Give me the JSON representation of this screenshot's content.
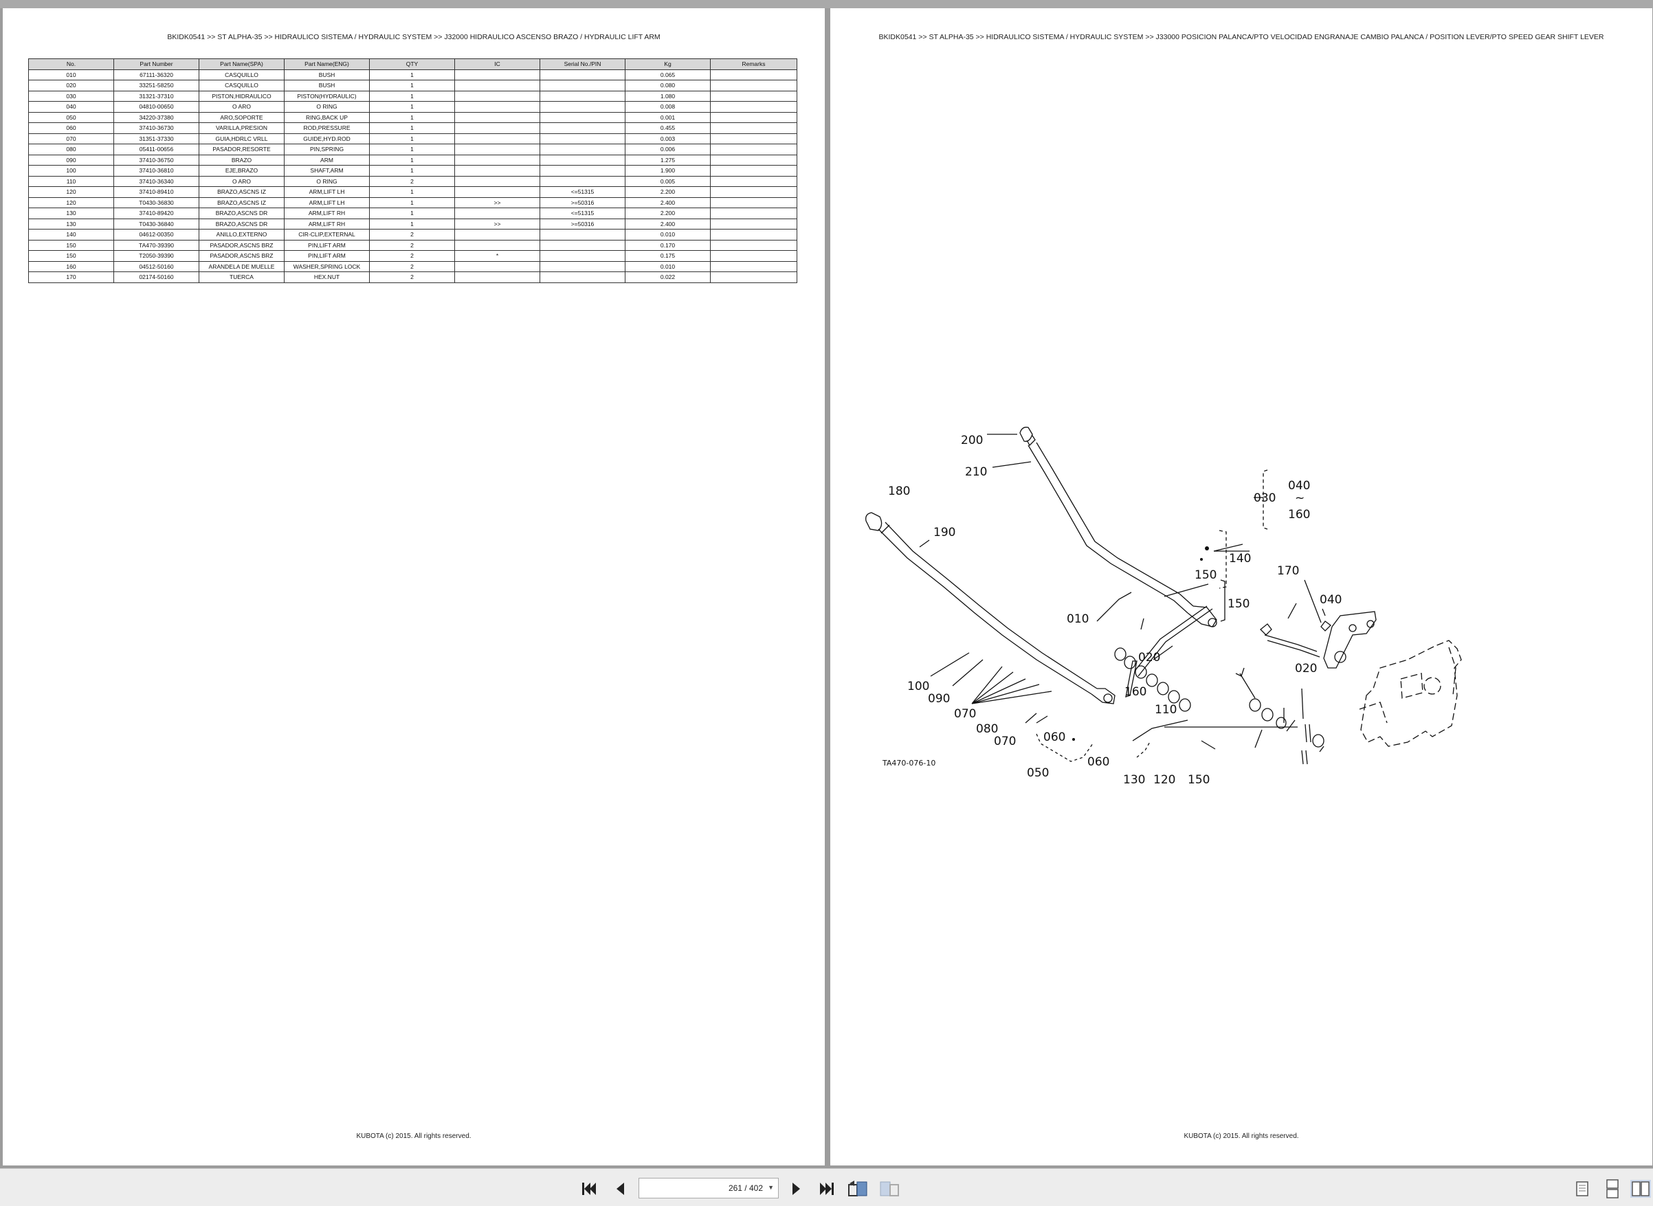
{
  "left_page": {
    "breadcrumb": "BKIDK0541 >> ST ALPHA-35 >> HIDRAULICO SISTEMA / HYDRAULIC SYSTEM >> J32000   HIDRAULICO ASCENSO BRAZO / HYDRAULIC LIFT ARM",
    "footer": "KUBOTA (c) 2015. All rights reserved.",
    "table": {
      "headers": [
        "No.",
        "Part Number",
        "Part Name(SPA)",
        "Part Name(ENG)",
        "QTY",
        "IC",
        "Serial No./PIN",
        "Kg",
        "Remarks"
      ],
      "rows": [
        [
          "010",
          "67111-36320",
          "CASQUILLO",
          "BUSH",
          "1",
          "",
          "",
          "0.065",
          ""
        ],
        [
          "020",
          "33251-58250",
          "CASQUILLO",
          "BUSH",
          "1",
          "",
          "",
          "0.080",
          ""
        ],
        [
          "030",
          "31321-37310",
          "PISTON,HIDRAULICO",
          "PISTON(HYDRAULIC)",
          "1",
          "",
          "",
          "1.080",
          ""
        ],
        [
          "040",
          "04810-00650",
          "O ARO",
          "O RING",
          "1",
          "",
          "",
          "0.008",
          ""
        ],
        [
          "050",
          "34220-37380",
          "ARO,SOPORTE",
          "RING,BACK UP",
          "1",
          "",
          "",
          "0.001",
          ""
        ],
        [
          "060",
          "37410-36730",
          "VARILLA,PRESION",
          "ROD,PRESSURE",
          "1",
          "",
          "",
          "0.455",
          ""
        ],
        [
          "070",
          "31351-37330",
          "GUIA,HDRLC VRLL",
          "GUIDE,HYD.ROD",
          "1",
          "",
          "",
          "0.003",
          ""
        ],
        [
          "080",
          "05411-00656",
          "PASADOR,RESORTE",
          "PIN,SPRING",
          "1",
          "",
          "",
          "0.006",
          ""
        ],
        [
          "090",
          "37410-36750",
          "BRAZO",
          "ARM",
          "1",
          "",
          "",
          "1.275",
          ""
        ],
        [
          "100",
          "37410-36810",
          "EJE,BRAZO",
          "SHAFT,ARM",
          "1",
          "",
          "",
          "1.900",
          ""
        ],
        [
          "110",
          "37410-36340",
          "O ARO",
          "O RING",
          "2",
          "",
          "",
          "0.005",
          ""
        ],
        [
          "120",
          "37410-89410",
          "BRAZO,ASCNS IZ",
          "ARM,LIFT LH",
          "1",
          "",
          "<=51315",
          "2.200",
          ""
        ],
        [
          "120",
          "T0430-36830",
          "BRAZO,ASCNS IZ",
          "ARM,LIFT LH",
          "1",
          ">>",
          ">=50316",
          "2.400",
          ""
        ],
        [
          "130",
          "37410-89420",
          "BRAZO,ASCNS DR",
          "ARM,LIFT RH",
          "1",
          "",
          "<=51315",
          "2.200",
          ""
        ],
        [
          "130",
          "T0430-36840",
          "BRAZO,ASCNS DR",
          "ARM,LIFT RH",
          "1",
          ">>",
          ">=50316",
          "2.400",
          ""
        ],
        [
          "140",
          "04612-00350",
          "ANILLO,EXTERNO",
          "CIR-CLIP,EXTERNAL",
          "2",
          "",
          "",
          "0.010",
          ""
        ],
        [
          "150",
          "TA470-39390",
          "PASADOR,ASCNS BRZ",
          "PIN,LIFT ARM",
          "2",
          "",
          "",
          "0.170",
          ""
        ],
        [
          "150",
          "T2050-39390",
          "PASADOR,ASCNS BRZ",
          "PIN,LIFT ARM",
          "2",
          "*",
          "",
          "0.175",
          ""
        ],
        [
          "160",
          "04512-50160",
          "ARANDELA DE MUELLE",
          "WASHER,SPRING LOCK",
          "2",
          "",
          "",
          "0.010",
          ""
        ],
        [
          "170",
          "02174-50160",
          "TUERCA",
          "HEX.NUT",
          "2",
          "",
          "",
          "0.022",
          ""
        ]
      ]
    }
  },
  "right_page": {
    "breadcrumb": "BKIDK0541 >> ST ALPHA-35 >> HIDRAULICO SISTEMA / HYDRAULIC SYSTEM >> J33000   POSICION PALANCA/PTO VELOCIDAD ENGRANAJE CAMBIO PALANCA / POSITION LEVER/PTO SPEED GEAR SHIFT LEVER",
    "footer": "KUBOTA (c) 2015. All rights reserved.",
    "diagram": {
      "code": "TA470-076-10",
      "callouts": {
        "c200": "200",
        "c210": "210",
        "c180": "180",
        "c190": "190",
        "c030": "030",
        "c040a": "040",
        "c160a": "160",
        "c140": "140",
        "c150a": "150",
        "c170": "170",
        "c150b": "150",
        "c040b": "040",
        "c010": "010",
        "c020a": "020",
        "c020b": "020",
        "c160b": "160",
        "c110": "110",
        "c100": "100",
        "c090": "090",
        "c070a": "070",
        "c080": "080",
        "c070b": "070",
        "c060a": "060",
        "c060b": "060",
        "c050": "050",
        "c130": "130",
        "c120": "120",
        "c150c": "150"
      }
    }
  },
  "toolbar": {
    "page_indicator": "261 / 402",
    "first_page": "first-page-icon",
    "prev_page": "previous-page-icon",
    "next_page": "next-page-icon",
    "last_page": "last-page-icon",
    "view_modes": [
      "single-page-icon",
      "continuous-page-icon",
      "two-page-icon"
    ]
  }
}
